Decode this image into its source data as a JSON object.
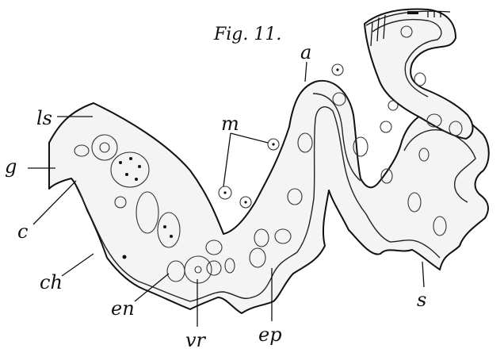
{
  "figure": {
    "title": "Fig. 11.",
    "labels": {
      "a": "a",
      "m": "m",
      "ls": "ls",
      "g": "g",
      "c": "c",
      "ch": "ch",
      "en": "en",
      "vr": "vr",
      "ep": "ep",
      "s": "s"
    }
  }
}
